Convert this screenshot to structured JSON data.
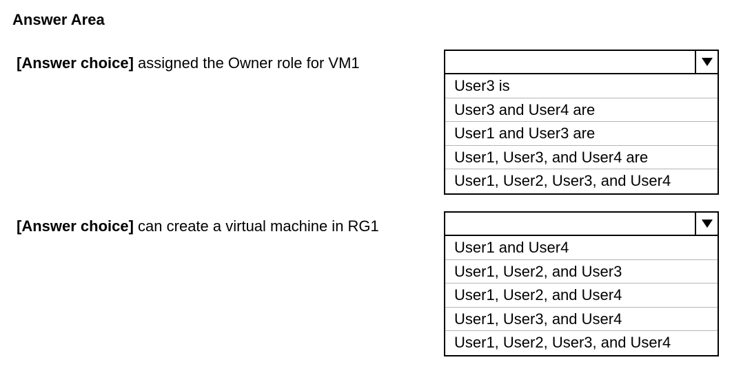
{
  "answer_area": {
    "title": "Answer Area"
  },
  "questions": [
    {
      "choice_tag": "[Answer choice]",
      "statement_text": " assigned the Owner role for VM1",
      "selected_value": "",
      "arrow_icon": "triangle-down-icon",
      "options": [
        "User3 is",
        "User3 and User4 are",
        "User1 and User3 are",
        "User1, User3, and User4 are",
        "User1, User2, User3, and User4"
      ]
    },
    {
      "choice_tag": "[Answer choice]",
      "statement_text": " can create a virtual machine in RG1",
      "selected_value": "",
      "arrow_icon": "triangle-down-icon",
      "options": [
        "User1 and User4",
        "User1, User2, and User3",
        "User1, User2, and User4",
        "User1, User3, and User4",
        "User1, User2, User3, and User4"
      ]
    }
  ]
}
